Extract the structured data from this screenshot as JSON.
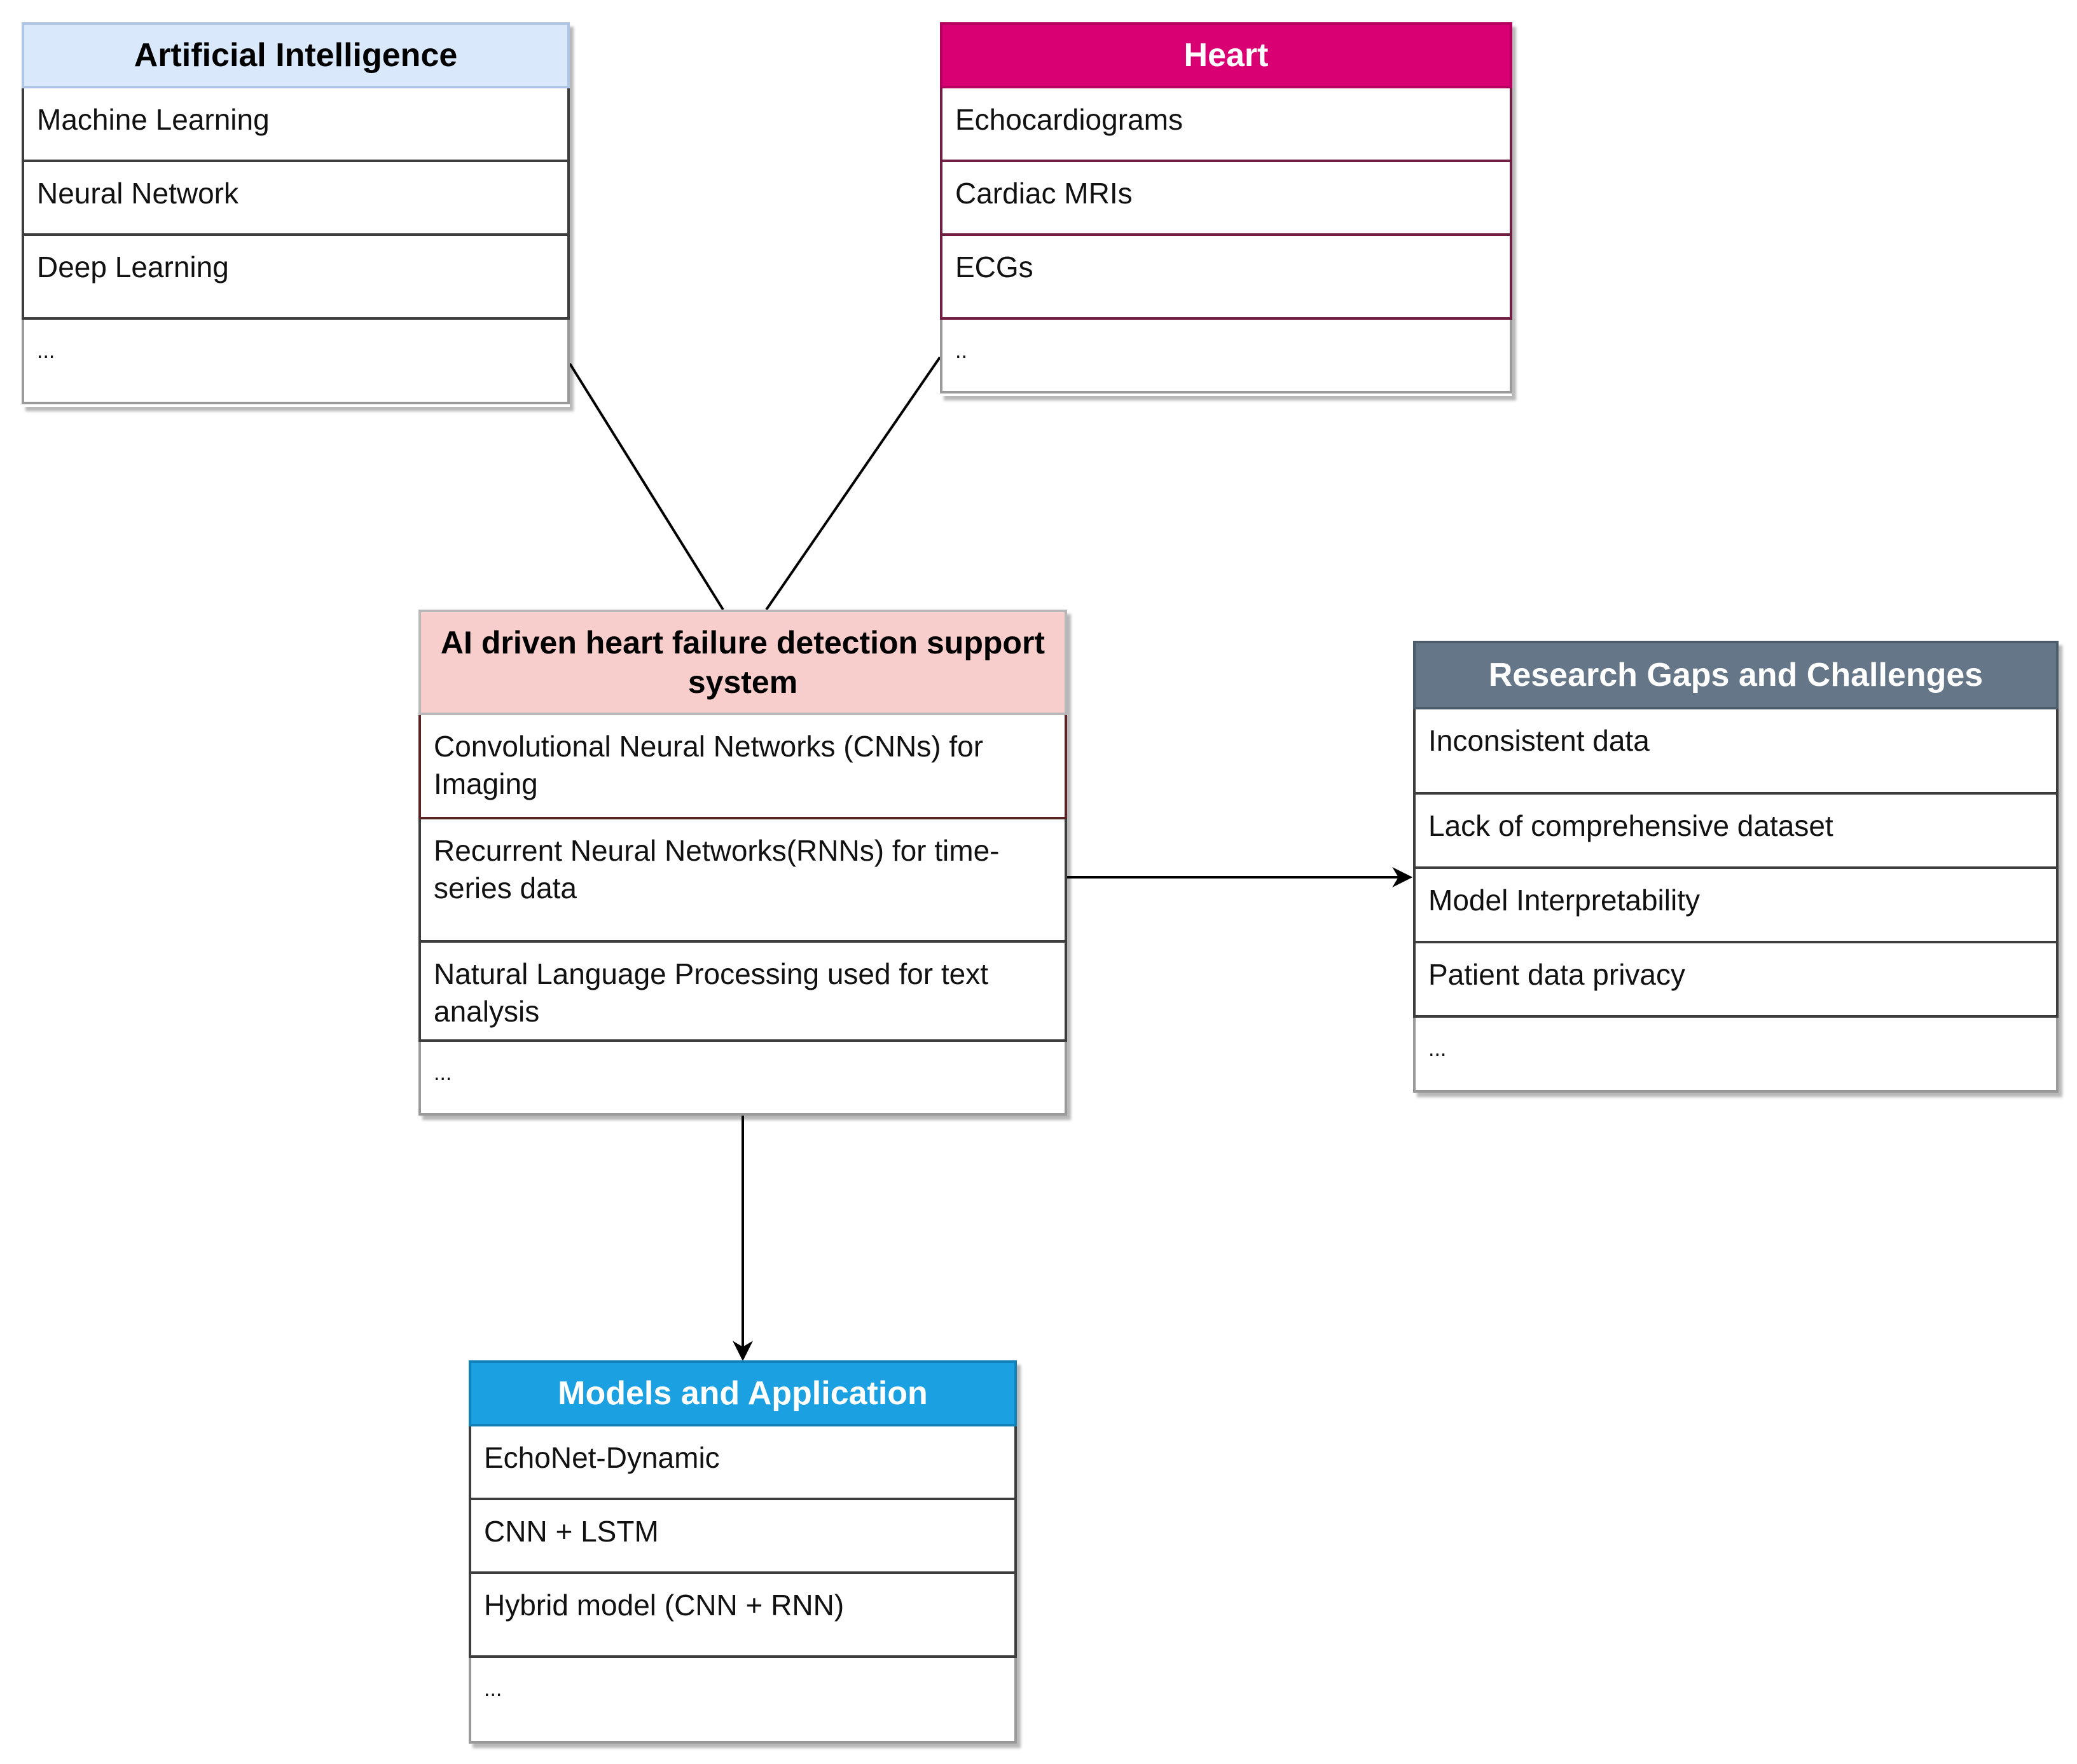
{
  "diagram": {
    "ai": {
      "title": "Artificial Intelligence",
      "items": [
        "Machine Learning",
        "Neural Network",
        "Deep Learning",
        "..."
      ]
    },
    "heart": {
      "title": "Heart",
      "items": [
        "Echocardiograms",
        "Cardiac MRIs",
        "ECGs",
        ".."
      ]
    },
    "system": {
      "title": "AI driven heart failure detection support system",
      "items": [
        "Convolutional Neural Networks (CNNs) for Imaging",
        "Recurrent Neural Networks(RNNs) for time-series data",
        "Natural Language Processing used for text analysis",
        "..."
      ]
    },
    "gaps": {
      "title": "Research Gaps and Challenges",
      "items": [
        "Inconsistent data",
        "Lack of comprehensive dataset",
        "Model Interpretability",
        "Patient data privacy",
        "..."
      ]
    },
    "models": {
      "title": "Models and Application",
      "items": [
        "EchoNet-Dynamic",
        "CNN + LSTM",
        "Hybrid model (CNN + RNN)",
        "..."
      ]
    },
    "colors": {
      "ai_header": "#dae8fc",
      "heart_header": "#d80073",
      "system_header": "#f8cecc",
      "gaps_header": "#647687",
      "models_header": "#1ba1e2"
    }
  }
}
